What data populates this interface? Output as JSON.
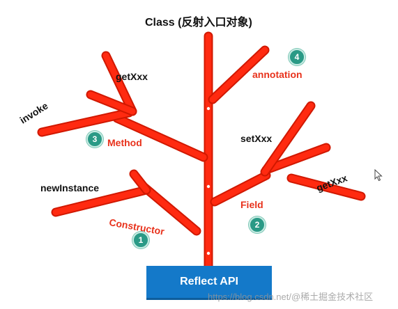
{
  "title": "Class (反射入口对象)",
  "labels": {
    "getxxx_method": "getXxx",
    "invoke": "invoke",
    "method": "Method",
    "newinstance": "newInstance",
    "constructor": "Constructor",
    "annotation": "annotation",
    "setxxx": "setXxx",
    "getxxx_field": "getXxx",
    "field": "Field"
  },
  "badges": {
    "b1": "1",
    "b2": "2",
    "b3": "3",
    "b4": "4"
  },
  "base": {
    "label": "Reflect API"
  },
  "watermark": "https://blog.csdn.net/@稀土掘金技术社区",
  "colors": {
    "branch": "#ff2a10",
    "branch_outline": "#d01800",
    "badge": "#2a9a86",
    "base_box": "#1479c9",
    "label_red": "#e8321c"
  },
  "icons": {
    "cursor": "mouse-pointer-icon"
  }
}
